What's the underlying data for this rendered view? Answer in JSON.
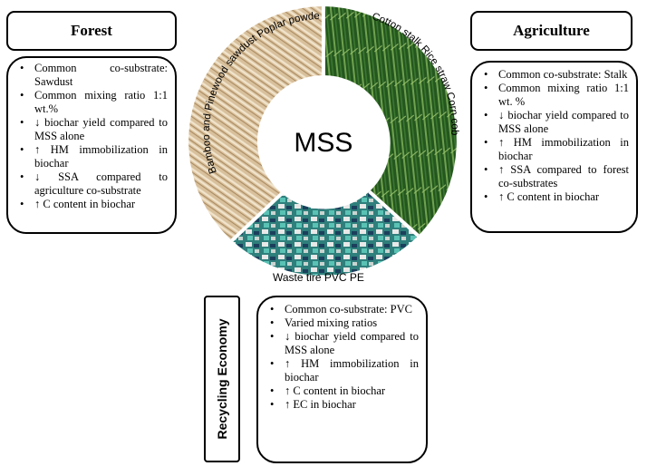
{
  "center_label": "MSS",
  "forest": {
    "title": "Forest",
    "items": [
      "Common co-substrate: Sawdust",
      "Common mixing ratio 1:1 wt.%",
      "↓ biochar yield compared to MSS alone",
      "↑ HM immobilization in biochar",
      "↓ SSA compared to agriculture co-substrate",
      "↑ C content in biochar"
    ]
  },
  "agriculture": {
    "title": "Agriculture",
    "items": [
      "Common co-substrate: Stalk",
      "Common mixing ratio 1:1 wt. %",
      "↓ biochar yield compared to MSS alone",
      "↑ HM immobilization in biochar",
      "↑ SSA compared to forest co-substrates",
      "↑ C content in biochar"
    ]
  },
  "recycling": {
    "title": "Recycling Economy",
    "items": [
      "Common co-substrate: PVC",
      "Varied mixing ratios",
      "↓ biochar yield compared to MSS alone",
      "↑ HM immobilization in biochar",
      "↑ C content in biochar",
      "↑ EC in biochar"
    ]
  },
  "ring_labels": {
    "forest_arc": "Bamboo and Pinewood sawdust Poplar powder",
    "agri_arc": "Cotton stalk Rice straw Corn cob",
    "bottom": "Waste tire   PVC  PE"
  },
  "colors": {
    "forest_segment": "#d9c2a2",
    "agri_segment": "#2f6b2a",
    "recycle_segment": "#3f8a86",
    "border": "#000000"
  }
}
